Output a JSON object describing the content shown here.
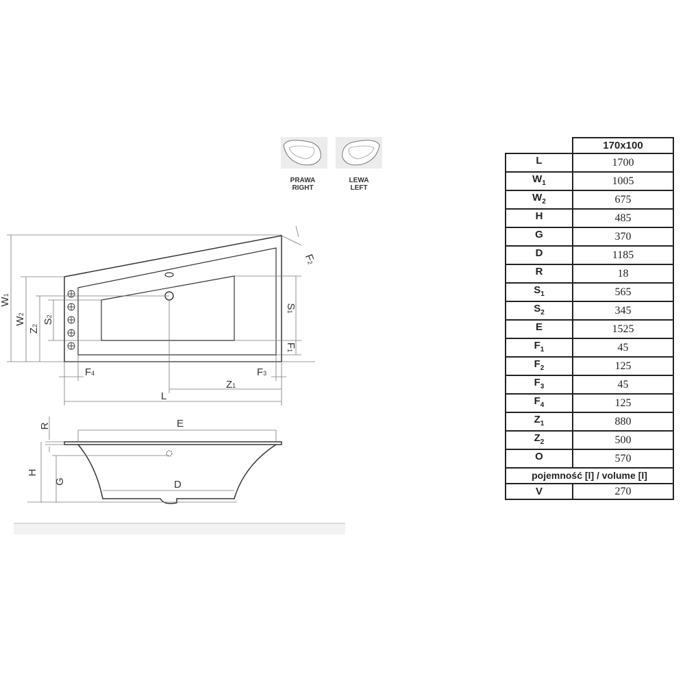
{
  "variant_captions": {
    "right_pl": "PRAWA",
    "right_en": "RIGHT",
    "left_pl": "LEWA",
    "left_en": "LEFT"
  },
  "diagram_labels": {
    "w1": "W",
    "w1_sub": "1",
    "w2": "W",
    "w2_sub": "2",
    "z2": "Z",
    "z2_sub": "2",
    "s2": "S",
    "s2_sub": "2",
    "s1": "S",
    "s1_sub": "1",
    "f1": "F",
    "f1_sub": "1",
    "f2": "F",
    "f2_sub": "2",
    "f3": "F",
    "f3_sub": "3",
    "f4": "F",
    "f4_sub": "4",
    "z1": "Z",
    "z1_sub": "1",
    "l": "L",
    "e": "E",
    "r": "R",
    "h": "H",
    "g": "G",
    "d": "D"
  },
  "spec_table": {
    "size_header": "170x100",
    "rows": [
      {
        "key": "L",
        "sub": "",
        "value": "1700"
      },
      {
        "key": "W",
        "sub": "1",
        "value": "1005"
      },
      {
        "key": "W",
        "sub": "2",
        "value": "675"
      },
      {
        "key": "H",
        "sub": "",
        "value": "485"
      },
      {
        "key": "G",
        "sub": "",
        "value": "370"
      },
      {
        "key": "D",
        "sub": "",
        "value": "1185"
      },
      {
        "key": "R",
        "sub": "",
        "value": "18"
      },
      {
        "key": "S",
        "sub": "1",
        "value": "565"
      },
      {
        "key": "S",
        "sub": "2",
        "value": "345"
      },
      {
        "key": "E",
        "sub": "",
        "value": "1525"
      },
      {
        "key": "F",
        "sub": "1",
        "value": "45"
      },
      {
        "key": "F",
        "sub": "2",
        "value": "125"
      },
      {
        "key": "F",
        "sub": "3",
        "value": "45"
      },
      {
        "key": "F",
        "sub": "4",
        "value": "125"
      },
      {
        "key": "Z",
        "sub": "1",
        "value": "880"
      },
      {
        "key": "Z",
        "sub": "2",
        "value": "500"
      },
      {
        "key": "O",
        "sub": "",
        "value": "570"
      }
    ],
    "volume_header": "pojemność [l] / volume [l]",
    "volume_row": {
      "key": "V",
      "value": "270"
    }
  }
}
